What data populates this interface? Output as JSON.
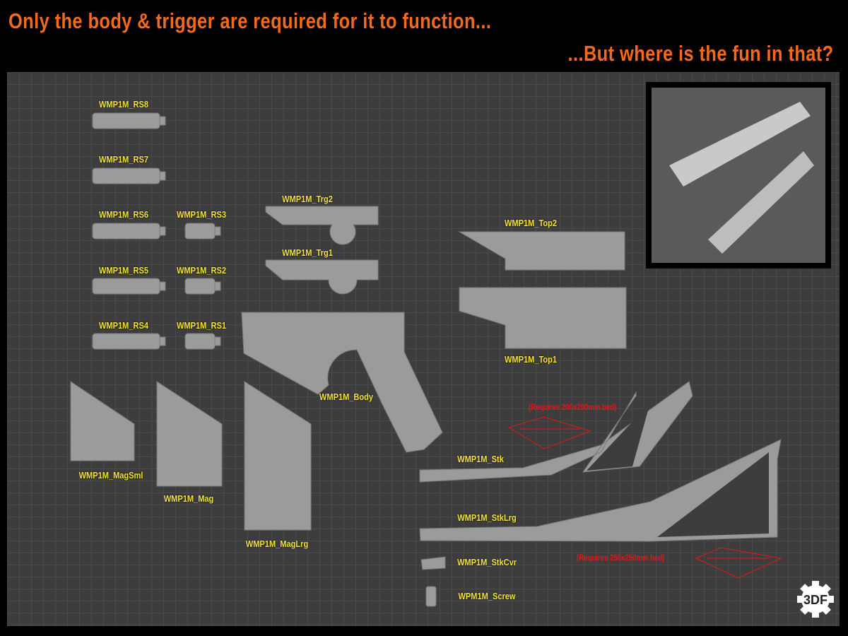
{
  "headline": {
    "line1": "Only the body & trigger are required for it to function...",
    "line2": "...But where is the fun in that?"
  },
  "labels": {
    "rs8": "WMP1M_RS8",
    "rs7": "WMP1M_RS7",
    "rs6": "WMP1M_RS6",
    "rs3": "WMP1M_RS3",
    "rs5": "WMP1M_RS5",
    "rs2": "WMP1M_RS2",
    "rs4": "WMP1M_RS4",
    "rs1": "WMP1M_RS1",
    "trg2": "WMP1M_Trg2",
    "trg1": "WMP1M_Trg1",
    "top2": "WMP1M_Top2",
    "top1": "WMP1M_Top1",
    "body": "WMP1M_Body",
    "magsml": "WMP1M_MagSml",
    "mag": "WMP1M_Mag",
    "maglrg": "WMP1M_MagLrg",
    "stk": "WMP1M_Stk",
    "stklrg": "WMP1M_StkLrg",
    "stkcvr": "WMP1M_StkCvr",
    "screw": "WPM1M_Screw"
  },
  "notes": {
    "bed200": "(Requires 200x200mm bed)",
    "bed250": "(Requires 250x250mm bed)"
  },
  "logo": "3DF",
  "colors": {
    "headline": "#f26a1b",
    "label": "#f2e23a",
    "note": "#e01818",
    "part": "#9a9a9a"
  }
}
